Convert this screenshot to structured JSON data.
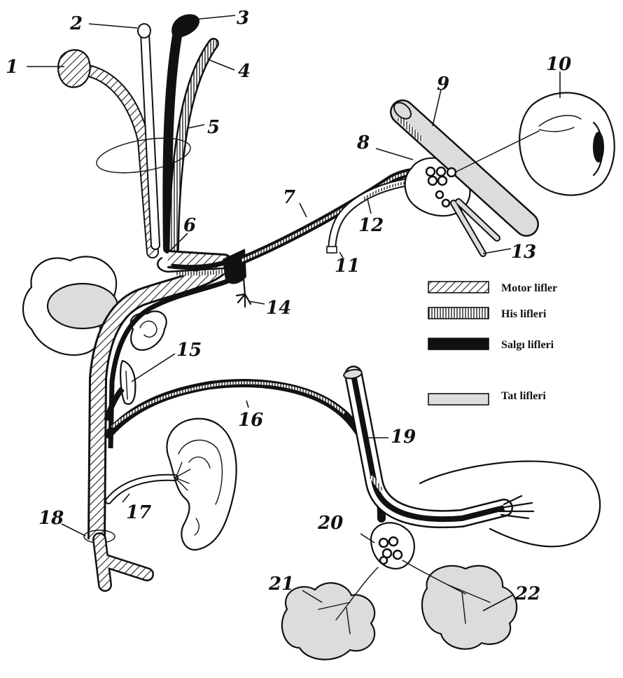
{
  "diagram": {
    "labels": [
      {
        "id": "1",
        "text": "1"
      },
      {
        "id": "2",
        "text": "2"
      },
      {
        "id": "3",
        "text": "3"
      },
      {
        "id": "4",
        "text": "4"
      },
      {
        "id": "5",
        "text": "5"
      },
      {
        "id": "6",
        "text": "6"
      },
      {
        "id": "7",
        "text": "7"
      },
      {
        "id": "8",
        "text": "8"
      },
      {
        "id": "9",
        "text": "9"
      },
      {
        "id": "10",
        "text": "10"
      },
      {
        "id": "11",
        "text": "11"
      },
      {
        "id": "12",
        "text": "12"
      },
      {
        "id": "13",
        "text": "13"
      },
      {
        "id": "14",
        "text": "14"
      },
      {
        "id": "15",
        "text": "15"
      },
      {
        "id": "16",
        "text": "16"
      },
      {
        "id": "17",
        "text": "17"
      },
      {
        "id": "18",
        "text": "18"
      },
      {
        "id": "19",
        "text": "19"
      },
      {
        "id": "20",
        "text": "20"
      },
      {
        "id": "21",
        "text": "21"
      },
      {
        "id": "22",
        "text": "22"
      }
    ],
    "legend": {
      "motor": "Motor lifler",
      "sensory": "His lifleri",
      "secretory": "Salgı lifleri",
      "taste": "Tat lifleri"
    }
  }
}
